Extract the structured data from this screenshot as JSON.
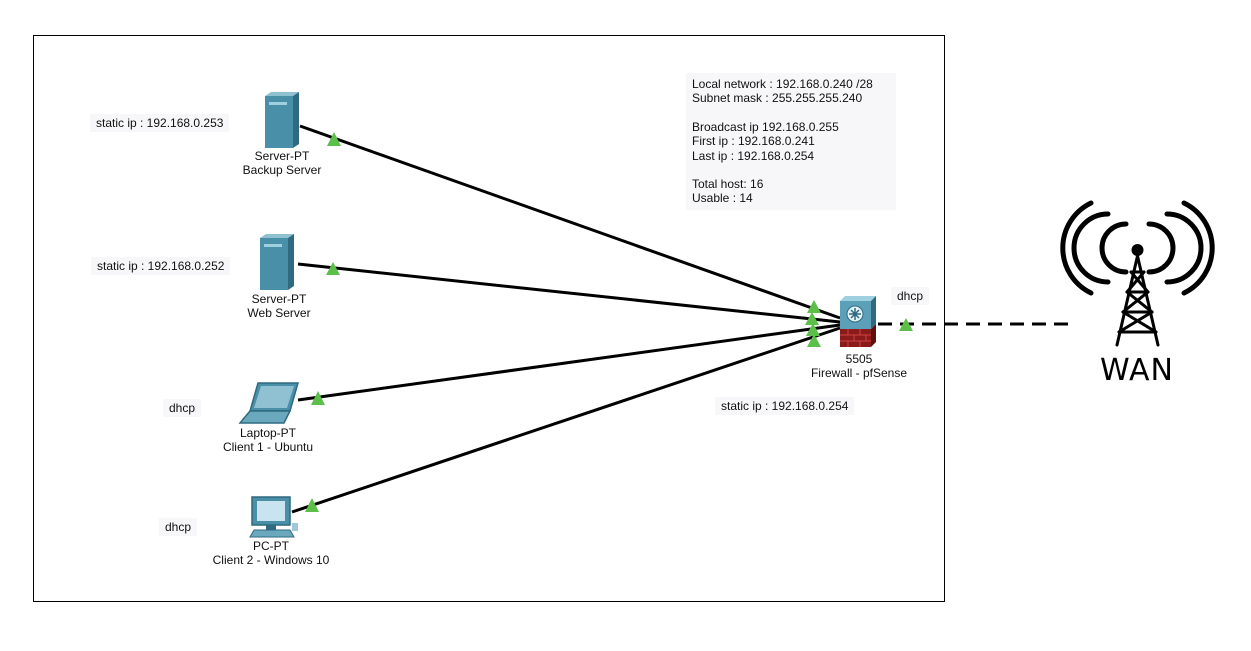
{
  "info_box": {
    "local_network": "Local network : 192.168.0.240 /28",
    "subnet_mask": "Subnet mask : 255.255.255.240",
    "broadcast_ip": "Broadcast ip 192.168.0.255",
    "first_ip": "First ip : 192.168.0.241",
    "last_ip": "Last ip : 192.168.0.254",
    "total_host": "Total host: 16",
    "usable": "Usable : 14"
  },
  "devices": {
    "backup_server": {
      "type_label": "Server-PT",
      "name": "Backup Server",
      "address_note": "static ip : 192.168.0.253",
      "icon": "server-icon"
    },
    "web_server": {
      "type_label": "Server-PT",
      "name": "Web Server",
      "address_note": "static ip : 192.168.0.252",
      "icon": "server-icon"
    },
    "laptop": {
      "type_label": "Laptop-PT",
      "name": "Client 1 - Ubuntu",
      "address_note": "dhcp",
      "icon": "laptop-icon"
    },
    "pc": {
      "type_label": "PC-PT",
      "name": "Client 2 - Windows 10",
      "address_note": "dhcp",
      "icon": "pc-icon"
    },
    "firewall": {
      "type_label": "5505",
      "name": "Firewall - pfSense",
      "lan_note": "static ip : 192.168.0.254",
      "wan_note": "dhcp",
      "icon": "firewall-icon"
    }
  },
  "wan": {
    "label": "WAN",
    "icon": "radio-tower-icon"
  },
  "colors": {
    "link": "#000000",
    "port_indicator": "#5cbf4a",
    "device_blue": "#4a8fa8",
    "firewall_red": "#8b1a1a"
  }
}
